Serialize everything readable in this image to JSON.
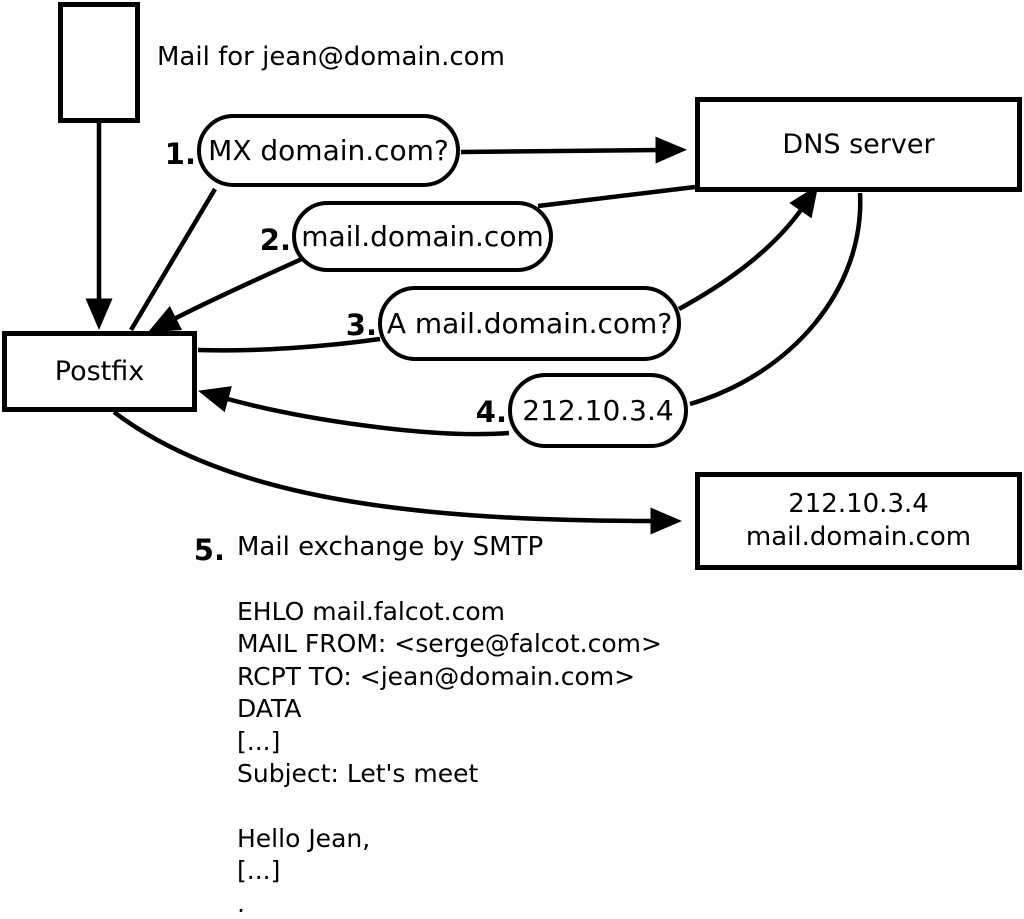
{
  "colors": {
    "ink": "#000000",
    "background": "#ffffff"
  },
  "header": {
    "title": "Mail for jean@domain.com"
  },
  "nodes": {
    "postfix": {
      "label": "Postfix"
    },
    "dns": {
      "label": "DNS server"
    },
    "mailhost": {
      "line1": "212.10.3.4",
      "line2": "mail.domain.com"
    }
  },
  "steps": [
    {
      "num": "1.",
      "label": "MX domain.com?"
    },
    {
      "num": "2.",
      "label": "mail.domain.com"
    },
    {
      "num": "3.",
      "label": "A mail.domain.com?"
    },
    {
      "num": "4.",
      "label": "212.10.3.4"
    },
    {
      "num": "5.",
      "label": "Mail exchange by SMTP"
    }
  ],
  "smtp": {
    "lines": [
      "EHLO mail.falcot.com",
      "MAIL FROM: <serge@falcot.com>",
      "RCPT TO: <jean@domain.com>",
      "DATA",
      "[...]",
      "Subject: Let's meet",
      "",
      "Hello Jean,",
      "[...]",
      "."
    ]
  }
}
